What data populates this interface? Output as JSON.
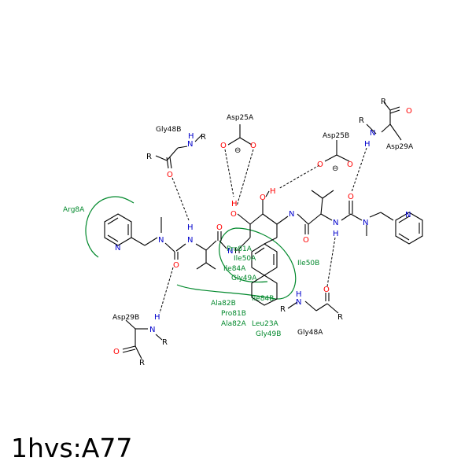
{
  "pdb_id": "1hvs:A77",
  "residue_labels": {
    "gly48b": "Gly48B",
    "asp25a": "Asp25A",
    "asp25b": "Asp25B",
    "asp29a": "Asp29A",
    "arg8a": "Arg8A",
    "asp29b": "Asp29B",
    "gly48a": "Gly48A",
    "pro81a": "Pro81A",
    "ile50a": "Ile50A",
    "ile84a": "Ile84A",
    "gly49a": "Gly49A",
    "ile50b": "Ile50B",
    "ile84b": "Ile84B",
    "ala82b": "Ala82B",
    "pro81b": "Pro81B",
    "ala82a": "Ala82A",
    "leu23a": "Leu23A",
    "gly49b": "Gly49B"
  },
  "atoms": {
    "n": "N",
    "o": "O",
    "h": "H",
    "r": "R",
    "minus": "⊖"
  },
  "colors": {
    "nitrogen": "#0000cc",
    "oxygen": "#ff0000",
    "hydrophobic": "#00882b",
    "bond": "#000000"
  }
}
